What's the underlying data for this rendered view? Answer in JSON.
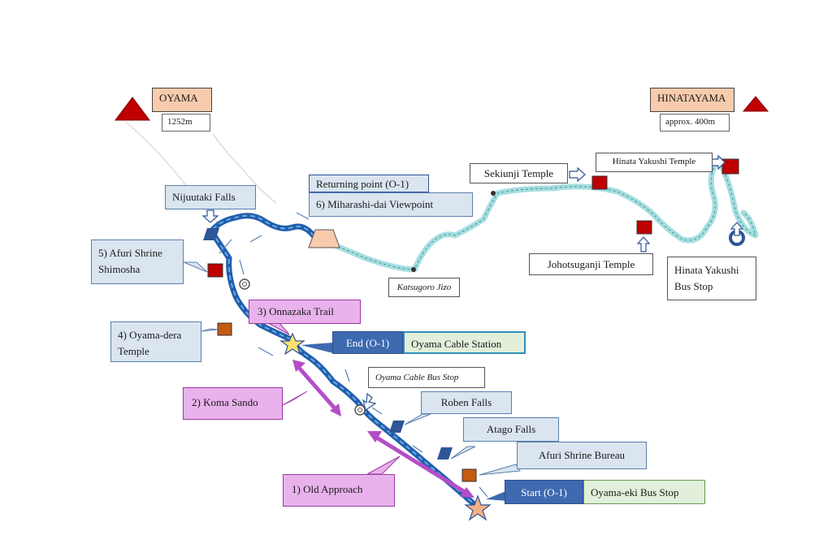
{
  "peaks": {
    "oyama": {
      "name": "OYAMA",
      "elevation": "1252m"
    },
    "hinatayama": {
      "name": "HINATAYAMA",
      "elevation": "approx. 400m"
    }
  },
  "route_points": {
    "start": {
      "tag": "Start (O-1)",
      "name": "Oyama-eki Bus Stop"
    },
    "end": {
      "tag": "End (O-1)",
      "name": "Oyama Cable Station"
    },
    "returning": {
      "tag": "Returning point (O-1)",
      "name": "6) Miharashi-dai Viewpoint"
    }
  },
  "sections": {
    "old_approach": "1) Old Approach",
    "koma_sando": "2) Koma Sando",
    "onnazaka": "3) Onnazaka Trail"
  },
  "places": {
    "nijuutaki": "Nijuutaki Falls",
    "afuri_shimosha": "5) Afuri Shrine\nShimosha",
    "oyamadera": "4) Oyama-dera\nTemple",
    "roben": "Roben Falls",
    "atago": "Atago Falls",
    "afuri_bureau": "Afuri Shrine Bureau",
    "cable_bus_stop": "Oyama Cable Bus Stop",
    "katsugoro": "Katsugoro Jizo",
    "sekiunji": "Sekiunji Temple",
    "johotsuganji": "Johotsuganji Temple",
    "hinata_temple": "Hinata Yakushi Temple",
    "hinata_bus": "Hinata Yakushi\nBus Stop"
  },
  "colors": {
    "main_trail": "#1f5fae",
    "secondary_trail": "#a6dde2",
    "section_arrow": "#b44ec6",
    "shrine_marker": "#c00000",
    "temple_marker": "#c55a11",
    "falls_marker": "#2f5597",
    "peak_marker": "#c00000"
  }
}
